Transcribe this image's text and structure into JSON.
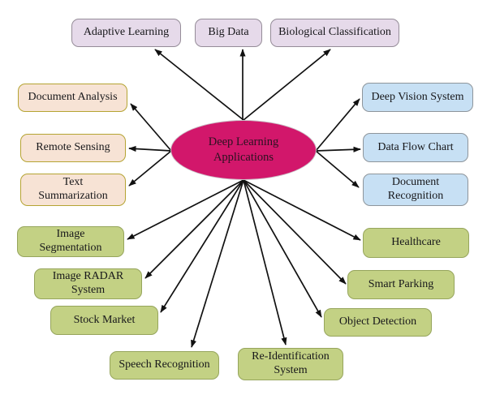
{
  "figure": {
    "center": {
      "label": "Deep Learning\nApplications"
    },
    "nodes": {
      "adaptive_learning": "Adaptive Learning",
      "big_data": "Big Data",
      "biological_classification": "Biological Classification",
      "document_analysis": "Document Analysis",
      "remote_sensing": "Remote Sensing",
      "text_summarization": "Text\nSummarization",
      "deep_vision_system": "Deep Vision System",
      "data_flow_chart": "Data Flow Chart",
      "document_recognition": "Document\nRecognition",
      "image_segmentation": "Image\nSegmentation",
      "image_radar_system": "Image RADAR\nSystem",
      "stock_market": "Stock Market",
      "speech_recognition": "Speech Recognition",
      "healthcare": "Healthcare",
      "smart_parking": "Smart Parking",
      "object_detection": "Object Detection",
      "re_identification_system": "Re-Identification\nSystem"
    },
    "palette": {
      "center_fill": "#d2176b",
      "top_box_fill": "#e6daea",
      "top_box_border": "#958c98",
      "left_box_fill": "#f7e3d5",
      "left_box_border": "#b5a433",
      "right_box_fill": "#c7e0f4",
      "right_box_border": "#8e959b",
      "green_box_fill": "#c3d184",
      "green_box_border": "#96a55c",
      "arrow_color": "#111111"
    }
  }
}
